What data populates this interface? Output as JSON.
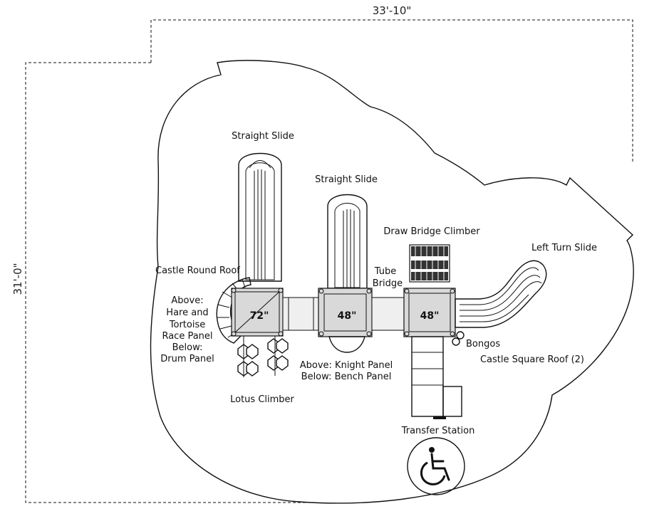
{
  "dimensions": {
    "width_label": "33'-10\"",
    "height_label": "31'-0\""
  },
  "labels": {
    "straight_slide_left": "Straight Slide",
    "straight_slide_mid": "Straight Slide",
    "draw_bridge_climber": "Draw Bridge Climber",
    "left_turn_slide": "Left Turn Slide",
    "castle_round_roof": "Castle Round Roof",
    "tube_bridge_line1": "Tube",
    "tube_bridge_line2": "Bridge",
    "above_hare": [
      "Above:",
      "Hare and",
      "Tortoise",
      "Race Panel",
      "Below:",
      "Drum Panel"
    ],
    "above_knight_line1": "Above: Knight Panel",
    "above_knight_line2": "Below: Bench Panel",
    "bongos": "Bongos",
    "castle_square_roof": "Castle Square Roof (2)",
    "lotus_climber": "Lotus Climber",
    "transfer_station": "Transfer Station"
  },
  "decks": {
    "deck_left_height": "72\"",
    "deck_mid_height": "48\"",
    "deck_right_height": "48\""
  },
  "icons": {
    "accessibility": "wheelchair-icon"
  }
}
